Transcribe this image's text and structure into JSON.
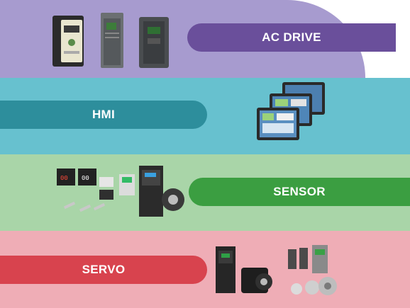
{
  "sections": {
    "ac_drive": {
      "label": "AC DRIVE",
      "band_color": "#a79bcf",
      "pill_color": "#6a4f9b"
    },
    "hmi": {
      "label": "HMI",
      "band_color": "#67c1cf",
      "pill_color": "#2d8e9c"
    },
    "sensor": {
      "label": "SENSOR",
      "band_color": "#a9d5a8",
      "pill_color": "#3b9e41"
    },
    "servo": {
      "label": "SERVO",
      "band_color": "#efadb6",
      "pill_color": "#d8434e"
    }
  },
  "icons": {
    "ac_drive": "ac-drive-units-image",
    "hmi": "hmi-touch-panels-image",
    "sensor": "sensor-products-image",
    "servo": "servo-drive-motors-image"
  }
}
